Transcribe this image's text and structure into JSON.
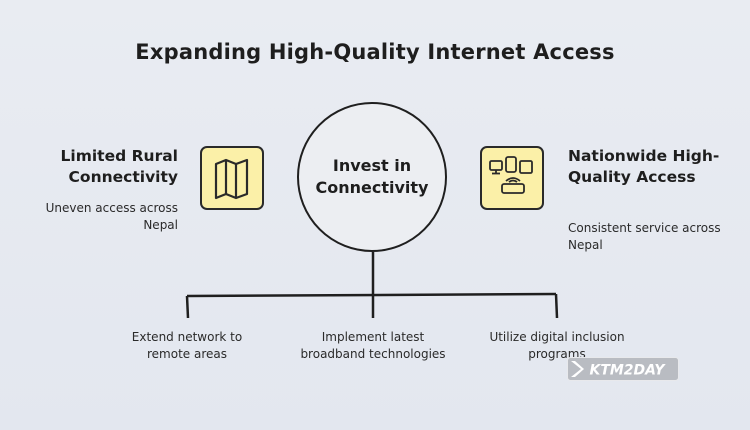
{
  "title": "Expanding High-Quality Internet Access",
  "left": {
    "heading": "Limited Rural Connectivity",
    "description": "Uneven access across Nepal",
    "icon": "map-icon"
  },
  "center": {
    "label": "Invest in Connectivity"
  },
  "right": {
    "heading": "Nationwide High-Quality Access",
    "description": "Consistent service across Nepal",
    "icon": "connected-devices-icon"
  },
  "branches": [
    "Extend network to remote areas",
    "Implement latest broadband technologies",
    "Utilize digital inclusion programs"
  ],
  "watermark": "KTM2DAY",
  "colors": {
    "icon_fill": "#fbf0a8",
    "stroke": "#1f1f1f",
    "background": "#e6e9f0"
  }
}
